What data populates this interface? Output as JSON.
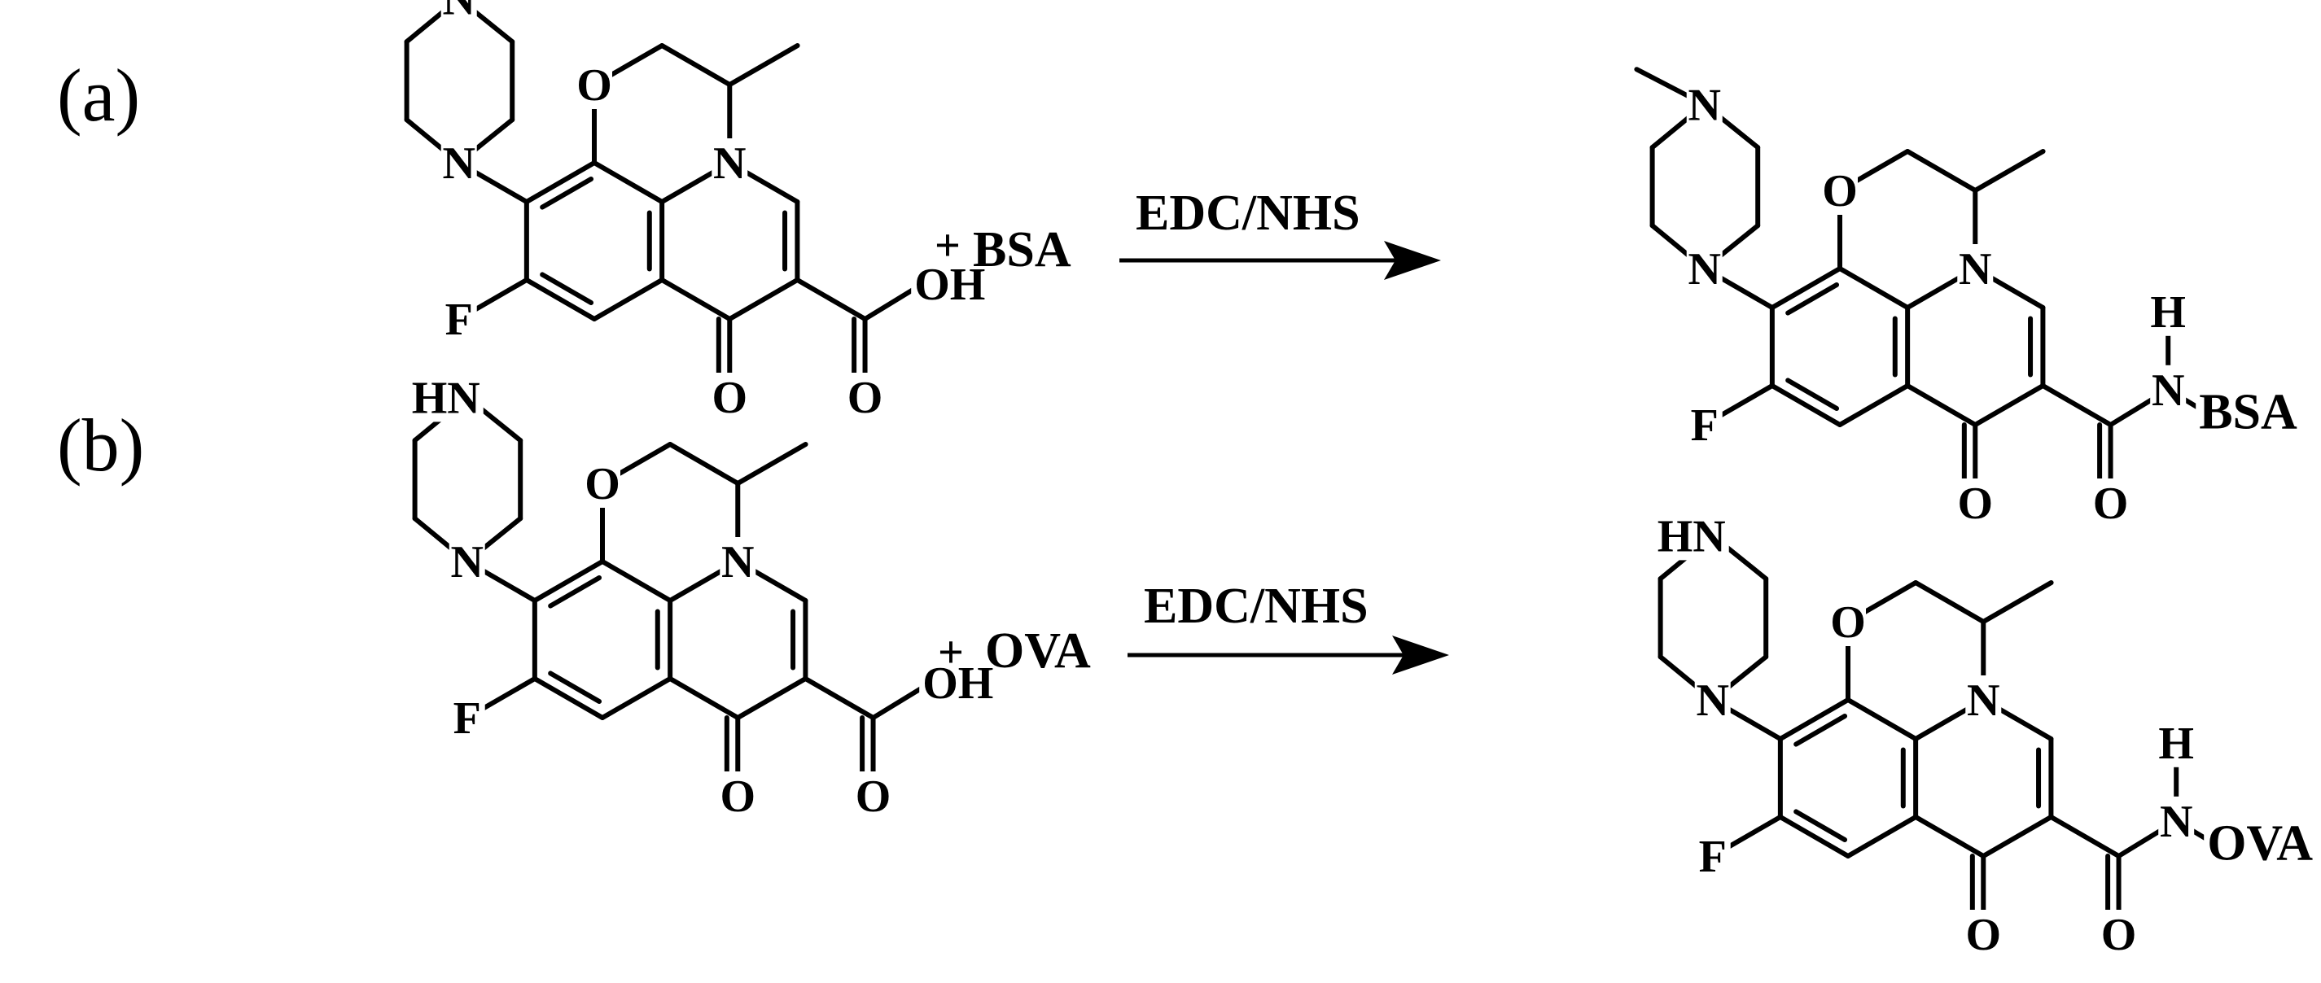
{
  "panels": [
    {
      "label": "(a)",
      "reagent": "BSA",
      "conditions": "EDC/NHS",
      "reactant": {
        "amine_label": "N",
        "amine_methyl": true,
        "acid_OH": "OH"
      },
      "product": {
        "amine_label": "N",
        "amine_methyl": true,
        "amide_H": "H",
        "amide_N": "N",
        "conjugate": "BSA"
      }
    },
    {
      "label": "(b)",
      "reagent": "OVA",
      "conditions": "EDC/NHS",
      "reactant": {
        "amine_label": "HN",
        "amine_methyl": false,
        "acid_OH": "OH"
      },
      "product": {
        "amine_label": "HN",
        "amine_methyl": false,
        "amide_H": "H",
        "amide_N": "N",
        "conjugate": "OVA"
      }
    }
  ],
  "common_atoms": {
    "plus": "+",
    "fluorine": "F",
    "oxygen": "O",
    "ring_nitrogen": "N",
    "piperazine_nitrogen": "N"
  },
  "colors": {
    "ink": "#000000",
    "background": "#ffffff"
  }
}
